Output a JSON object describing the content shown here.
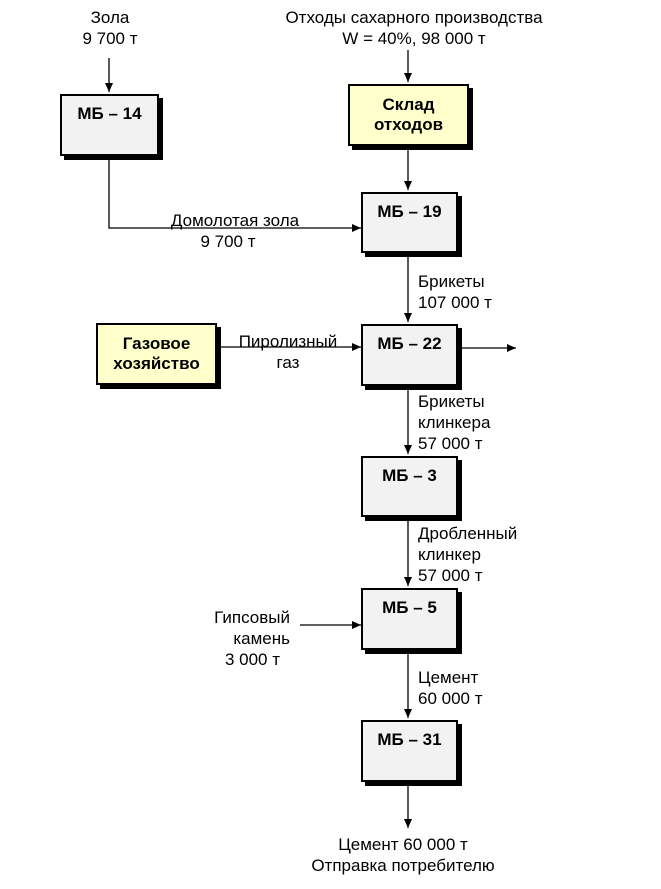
{
  "inputs": {
    "ash": {
      "line1": "Зола",
      "line2": "9 700 т"
    },
    "sugar_waste": {
      "line1": "Отходы сахарного производства",
      "line2": "W = 40%, 98 000 т"
    }
  },
  "boxes": {
    "mb14": "МБ – 14",
    "warehouse_line1": "Склад",
    "warehouse_line2": "отходов",
    "mb19": "МБ – 19",
    "gas_line1": "Газовое",
    "gas_line2": "хозяйство",
    "mb22": "МБ – 22",
    "mb3": "МБ – 3",
    "mb5": "МБ – 5",
    "mb31": "МБ – 31"
  },
  "flows": {
    "ground_ash": {
      "line1": "Домолотая зола",
      "line2": "9 700  т"
    },
    "briquettes": {
      "line1": "Брикеты",
      "line2": "107 000  т"
    },
    "pyrolysis_gas": {
      "line1": "Пиролизный",
      "line2": "газ"
    },
    "clinker_briquettes": {
      "line1": "Брикеты",
      "line2": "клинкера",
      "line3": "57 000  т"
    },
    "crushed_clinker": {
      "line1": "Дробленный",
      "line2": "клинкер",
      "line3": "57 000  т"
    },
    "gypsum": {
      "line1": "Гипсовый",
      "line2": "камень",
      "line3": "3 000 т"
    },
    "cement": {
      "line1": "Цемент",
      "line2": "60 000  т"
    }
  },
  "output": {
    "line1": "Цемент 60 000 т",
    "line2": "Отправка потребителю"
  }
}
